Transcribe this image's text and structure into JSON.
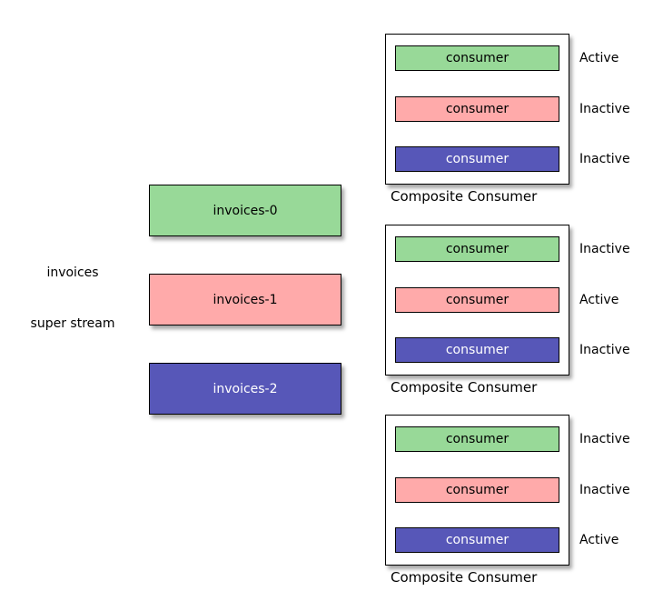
{
  "colors": {
    "green": "#98D998",
    "pink": "#FFAAAA",
    "blue": "#5757B8",
    "blue_text": "#FFFFFF",
    "default_text": "#000000",
    "border": "#000000",
    "background": "#FFFFFF"
  },
  "super_stream": {
    "name": "invoices",
    "type_label": "super stream"
  },
  "partitions": [
    {
      "label": "invoices-0",
      "color": "green"
    },
    {
      "label": "invoices-1",
      "color": "pink"
    },
    {
      "label": "invoices-2",
      "color": "blue"
    }
  ],
  "composite_consumers": [
    {
      "caption": "Composite Consumer",
      "consumers": [
        {
          "label": "consumer",
          "color": "green",
          "status": "Active"
        },
        {
          "label": "consumer",
          "color": "pink",
          "status": "Inactive"
        },
        {
          "label": "consumer",
          "color": "blue",
          "status": "Inactive"
        }
      ]
    },
    {
      "caption": "Composite Consumer",
      "consumers": [
        {
          "label": "consumer",
          "color": "green",
          "status": "Inactive"
        },
        {
          "label": "consumer",
          "color": "pink",
          "status": "Active"
        },
        {
          "label": "consumer",
          "color": "blue",
          "status": "Inactive"
        }
      ]
    },
    {
      "caption": "Composite Consumer",
      "consumers": [
        {
          "label": "consumer",
          "color": "green",
          "status": "Inactive"
        },
        {
          "label": "consumer",
          "color": "pink",
          "status": "Inactive"
        },
        {
          "label": "consumer",
          "color": "blue",
          "status": "Active"
        }
      ]
    }
  ]
}
